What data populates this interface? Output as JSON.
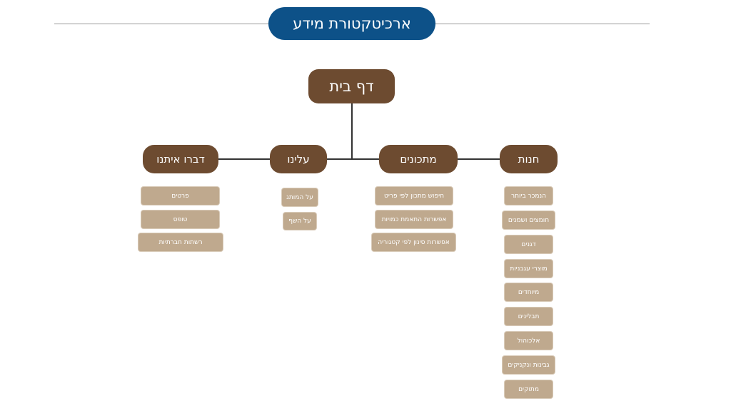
{
  "title": "ארכיטקטורת מידע",
  "home": "דף בית",
  "sections": [
    {
      "label": "חנות",
      "items": [
        "הנמכר ביותר",
        "חומצים ושמנים",
        "דגנים",
        "מוצרי עגבניות",
        "מיוחדים",
        "תבלינים",
        "אלכוהול",
        "גבינות ונקניקים",
        "מתוקים"
      ]
    },
    {
      "label": "מתכונים",
      "items": [
        "חיפוש מתכון לפי פריט",
        "אפשרות התאמת כמויות",
        "אפשרות סינון לפי קטגוריה"
      ]
    },
    {
      "label": "עלינו",
      "items": [
        "על המותג",
        "על השף"
      ]
    },
    {
      "label": "דברו איתנו",
      "items": [
        "פרטים",
        "טופס",
        "רשתות חברתיות"
      ]
    }
  ]
}
